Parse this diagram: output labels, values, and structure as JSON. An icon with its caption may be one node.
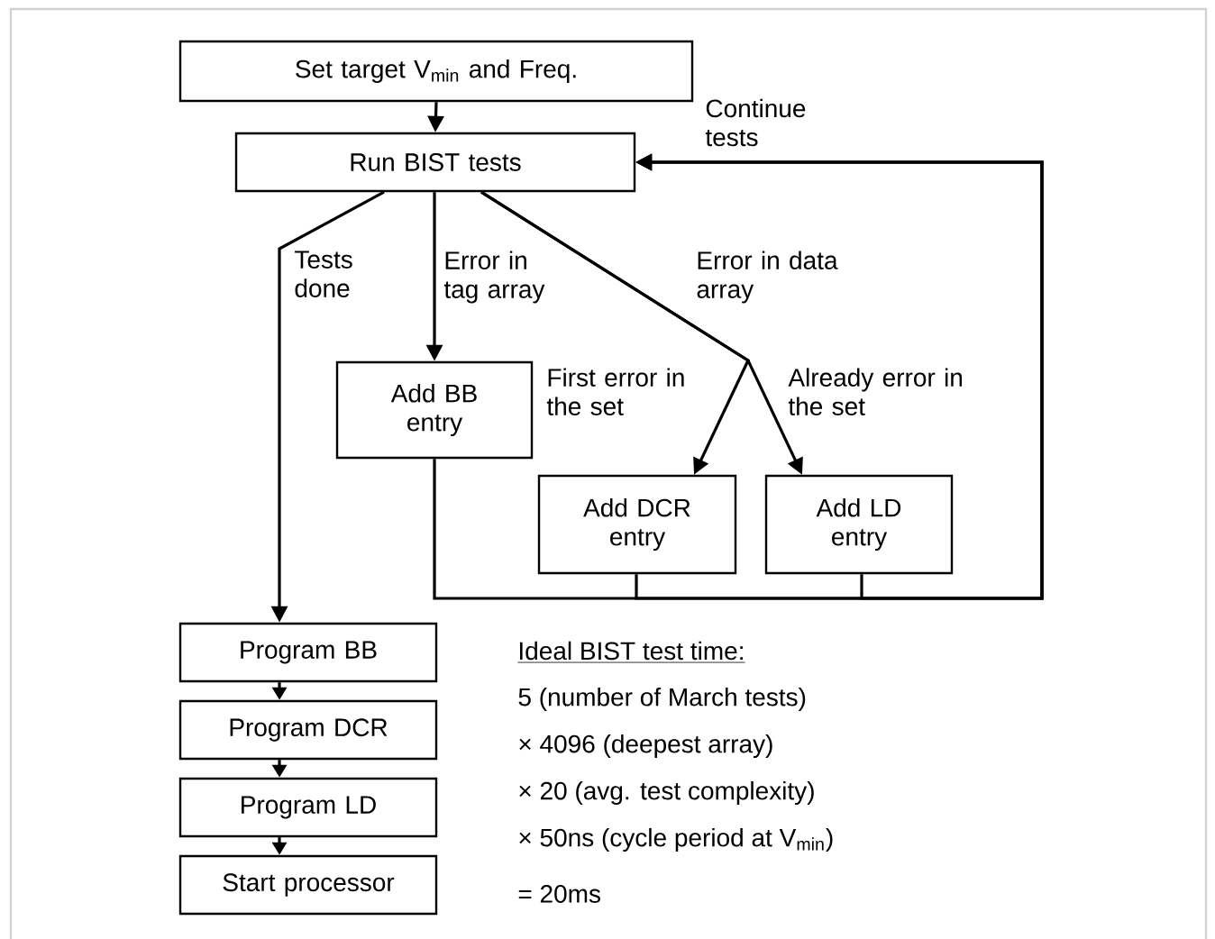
{
  "diagram": {
    "nodes": [
      {
        "text": [
          "Set target V$_{min}$ and Freq."
        ]
      },
      {
        "text": [
          "Run BIST tests"
        ]
      },
      {
        "text": [
          "Add BB entry"
        ]
      },
      {
        "text": [
          "Add DCR entry"
        ]
      },
      {
        "text": [
          "Add LD entry"
        ]
      },
      {
        "text": [
          "Program BB"
        ]
      },
      {
        "text": [
          "Program DCR"
        ]
      },
      {
        "text": [
          "Program LD"
        ]
      },
      {
        "text": [
          "Start processor"
        ]
      }
    ],
    "edges": [
      {
        "from": 0,
        "to": 1,
        "arrow": "to"
      },
      {
        "from": 1,
        "to": 5,
        "arrow": "to",
        "label": "Tests done"
      },
      {
        "from": 1,
        "to": 2,
        "arrow": "to",
        "label": "Error in tag array"
      },
      {
        "from": 1,
        "to": 3,
        "arrow": "to",
        "label": "First error in the set"
      },
      {
        "from": 1,
        "to": 4,
        "arrow": "to",
        "label": "Already error in the set"
      },
      {
        "from": 2,
        "to": 1,
        "arrow": "to"
      },
      {
        "from": 3,
        "to": 1,
        "arrow": "to"
      },
      {
        "from": 4,
        "to": 1,
        "arrow": "to"
      },
      {
        "from": 5,
        "to": 6,
        "arrow": "to"
      },
      {
        "from": 6,
        "to": 7,
        "arrow": "to"
      },
      {
        "from": 7,
        "to": 8,
        "arrow": "to"
      }
    ],
    "labels": [
      "Continue tests",
      "Error in data array",
      "Ideal BIST test time:",
      "5 (number of March tests)",
      "× 4096 (deepest array)",
      "× 20 (avg. test complexity)",
      "× 50ns (cycle period at V$_{min}$)",
      "= 20ms"
    ]
  }
}
